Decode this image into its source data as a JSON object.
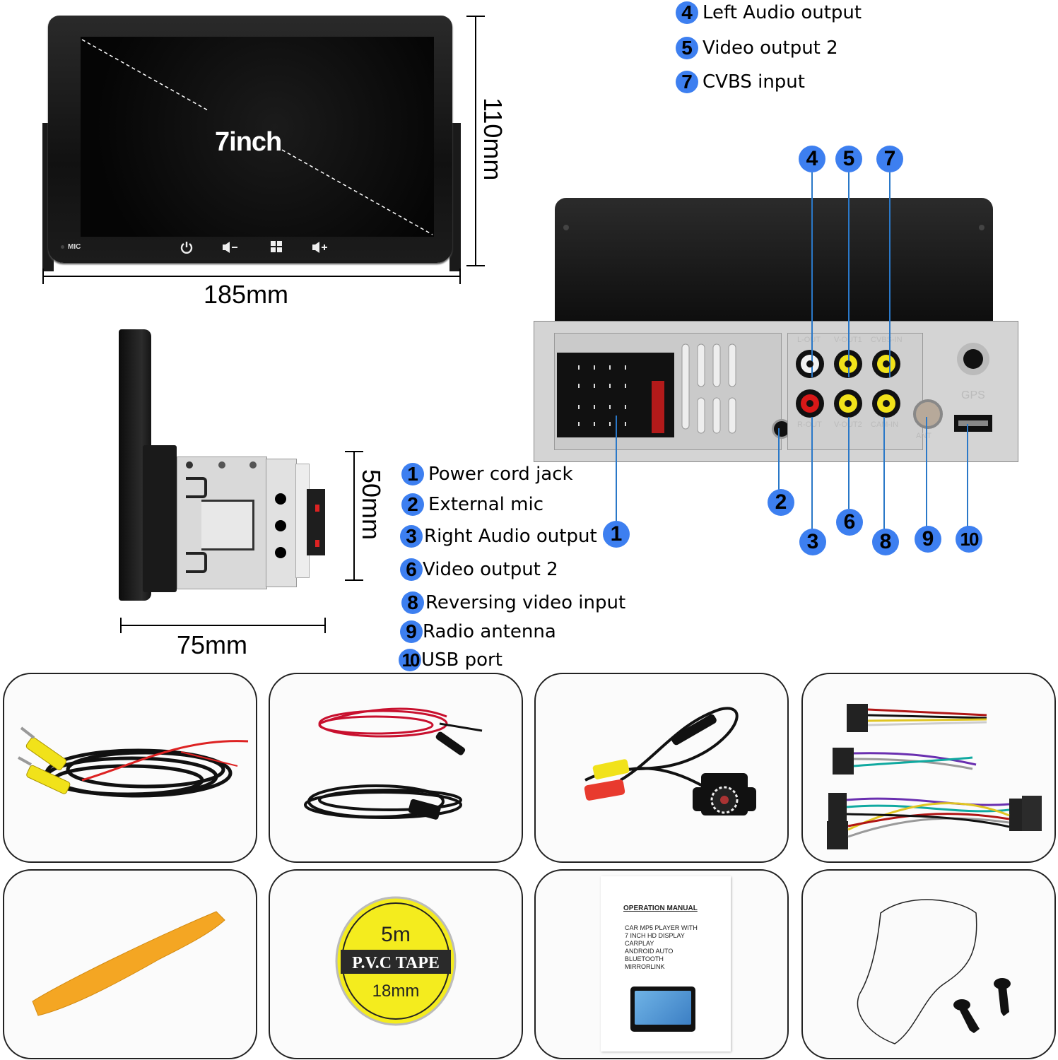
{
  "front_view": {
    "screen_label": "7inch",
    "mic_label": "MIC",
    "buttons": [
      {
        "icon": "power-icon",
        "glyph": "⏻"
      },
      {
        "icon": "volume-down-icon",
        "glyph": "🔉−"
      },
      {
        "icon": "home-grid-icon",
        "glyph": "▦"
      },
      {
        "icon": "volume-up-icon",
        "glyph": "🔊+"
      }
    ],
    "width_dimension": "185mm",
    "height_dimension": "110mm"
  },
  "side_view": {
    "depth_dimension": "75mm",
    "height_dimension": "50mm"
  },
  "rear_view": {
    "port_labels": {
      "l_out": "L-OUT",
      "v_out1": "V-OUT1",
      "cvbs_in": "CVBS-IN",
      "r_out": "R-OUT",
      "v_out2": "V-OUT2",
      "cam_in": "CAM-IN",
      "ant": "ANT",
      "gps": "GPS"
    },
    "callouts_top": [
      "4",
      "5",
      "7"
    ],
    "callouts_bottom": [
      "1",
      "2",
      "3",
      "6",
      "8",
      "9",
      "10"
    ]
  },
  "legend_top": [
    {
      "num": "4",
      "label": "Left Audio output"
    },
    {
      "num": "5",
      "label": "Video output 2"
    },
    {
      "num": "7",
      "label": "CVBS input"
    }
  ],
  "legend_bottom": [
    {
      "num": "1",
      "label": "Power cord jack"
    },
    {
      "num": "2",
      "label": "External mic"
    },
    {
      "num": "3",
      "label": "Right Audio output"
    },
    {
      "num": "6",
      "label": "Video output 2"
    },
    {
      "num": "8",
      "label": "Reversing video input"
    },
    {
      "num": "9",
      "label": "Radio antenna"
    },
    {
      "num": "10",
      "label": "USB port"
    }
  ],
  "accessories": [
    {
      "name": "rca-video-extension-cable"
    },
    {
      "name": "power-and-usb-cables"
    },
    {
      "name": "rear-view-camera"
    },
    {
      "name": "iso-wiring-harness"
    },
    {
      "name": "trim-removal-tool"
    },
    {
      "name": "pvc-tape",
      "text": {
        "top": "5m",
        "band": "P.V.C TAPE",
        "bottom": "18mm"
      }
    },
    {
      "name": "operation-manual",
      "text": {
        "title": "OPERATION MANUAL",
        "lines": [
          "CAR MP5 PLAYER WITH",
          "7 INCH HD DISPLAY",
          "CARPLAY",
          "ANDROID AUTO",
          "BLUETOOTH",
          "MIRRORLINK"
        ]
      }
    },
    {
      "name": "adhesive-pad-and-screws"
    }
  ],
  "colors": {
    "callout_blue": "#3d7ff0",
    "leader_blue": "#2a78c8",
    "rca_yellow": "#f1e21a",
    "rca_red": "#d81818",
    "rca_white": "#f2f2f2"
  }
}
